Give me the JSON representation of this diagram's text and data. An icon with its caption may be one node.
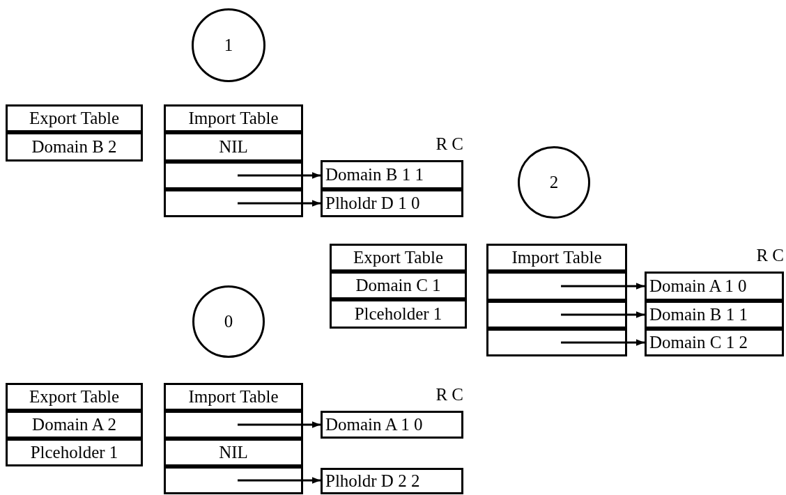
{
  "diagram": {
    "nodes": [
      {
        "text": [
          "1"
        ]
      },
      {
        "text": [
          "Export Table"
        ]
      },
      {
        "text": [
          "Domain B 2"
        ]
      },
      {
        "text": [
          "Import Table"
        ]
      },
      {
        "text": [
          "NIL"
        ]
      },
      {
        "text": [],
        "shape": "box"
      },
      {
        "text": [],
        "shape": "box"
      },
      {
        "text": [
          "Domain B 1 1"
        ]
      },
      {
        "text": [
          "Plholdr D 1 0"
        ]
      },
      {
        "text": [
          "2"
        ]
      },
      {
        "text": [
          "Export Table"
        ]
      },
      {
        "text": [
          "Domain C 1"
        ]
      },
      {
        "text": [
          "Plceholder 1"
        ]
      },
      {
        "text": [
          "Import Table"
        ]
      },
      {
        "text": [],
        "shape": "box"
      },
      {
        "text": [],
        "shape": "box"
      },
      {
        "text": [],
        "shape": "box"
      },
      {
        "text": [
          "Domain A 1 0"
        ]
      },
      {
        "text": [
          "Domain B 1 1"
        ]
      },
      {
        "text": [
          "Domain C 1 2"
        ]
      },
      {
        "text": [
          "0"
        ]
      },
      {
        "text": [
          "Export Table"
        ]
      },
      {
        "text": [
          "Domain A 2"
        ]
      },
      {
        "text": [
          "Plceholder 1"
        ]
      },
      {
        "text": [
          "Import Table"
        ]
      },
      {
        "text": [],
        "shape": "box"
      },
      {
        "text": [
          "NIL"
        ]
      },
      {
        "text": [],
        "shape": "box"
      },
      {
        "text": [
          "Domain A 1 0"
        ]
      },
      {
        "text": [
          "Plholdr D 2 2"
        ]
      }
    ],
    "edges": [
      {
        "from": 5,
        "to": 7,
        "arrow": "to"
      },
      {
        "from": 6,
        "to": 8,
        "arrow": "to"
      },
      {
        "from": 14,
        "to": 17,
        "arrow": "to"
      },
      {
        "from": 15,
        "to": 18,
        "arrow": "to"
      },
      {
        "from": 16,
        "to": 19,
        "arrow": "to"
      },
      {
        "from": 25,
        "to": 28,
        "arrow": "to"
      },
      {
        "from": 27,
        "to": 29,
        "arrow": "to"
      }
    ],
    "labels": [
      "R C",
      "R C",
      "R C"
    ]
  }
}
